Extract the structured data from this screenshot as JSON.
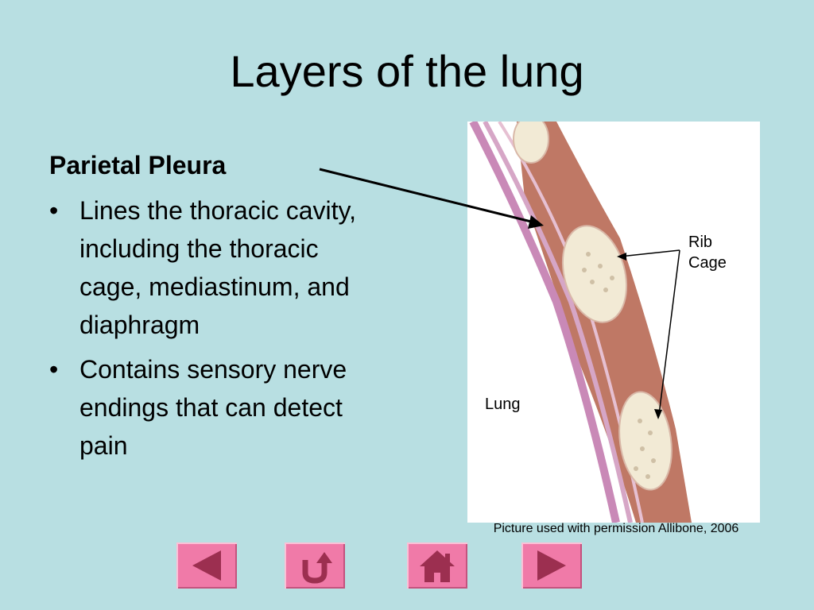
{
  "slide": {
    "title": "Layers of the lung",
    "section_heading": "Parietal Pleura",
    "bullets": [
      "Lines the thoracic cavity, including the thoracic cage, mediastinum, and diaphragm",
      "Contains sensory nerve endings that can detect pain"
    ]
  },
  "figure": {
    "label_rib_line1": "Rib",
    "label_rib_line2": "Cage",
    "label_lung": "Lung",
    "caption": "Picture used with permission Allibone, 2006"
  },
  "nav": {
    "buttons": [
      {
        "name": "previous",
        "icon": "left-triangle-icon"
      },
      {
        "name": "return",
        "icon": "return-arrow-icon"
      },
      {
        "name": "home",
        "icon": "home-icon"
      },
      {
        "name": "next",
        "icon": "right-triangle-icon"
      }
    ],
    "colors": {
      "button": "#f07aa8",
      "icon": "#9c2f50"
    }
  }
}
